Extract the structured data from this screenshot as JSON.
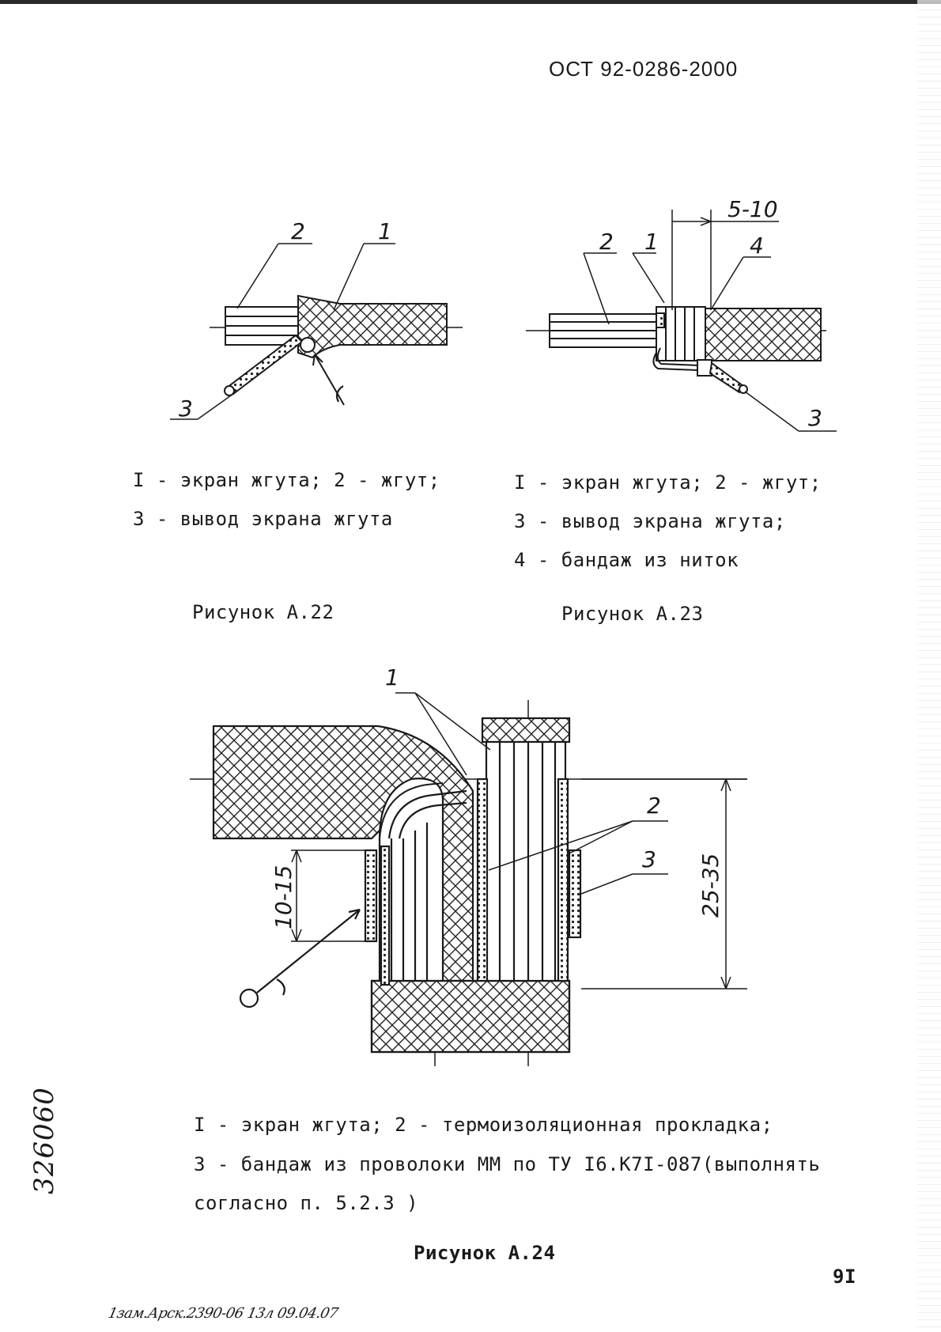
{
  "header": {
    "doc_code": "ОСТ 92-0286-2000"
  },
  "figure_a22": {
    "callouts": {
      "c1": "1",
      "c2": "2",
      "c3": "3",
      "mark": "("
    },
    "legend_line1": "I - экран жгута; 2 - жгут;",
    "legend_line2": "3 - вывод экрана жгута",
    "caption": "Рисунок А.22"
  },
  "figure_a23": {
    "callouts": {
      "c1": "1",
      "c2": "2",
      "c3": "3",
      "c4": "4",
      "dim": "5-10"
    },
    "legend_line1": "I - экран жгута; 2 - жгут;",
    "legend_line2": "3 - вывод экрана жгута;",
    "legend_line3": "4 - бандаж из ниток",
    "caption": "Рисунок А.23"
  },
  "figure_a24": {
    "callouts": {
      "c1": "1",
      "c2": "2",
      "c3": "3",
      "dim_left": "10-15",
      "dim_right": "25-35"
    },
    "legend_line1": "I - экран жгута; 2 - термоизоляционная прокладка;",
    "legend_line2": "3 - бандаж из проволоки ММ по ТУ I6.К7I-087(выполнять",
    "legend_line3": "согласно п. 5.2.3 )",
    "caption": "Рисунок А.24"
  },
  "page_number": "9I",
  "margin_inventory_no": "326060",
  "handwritten_note": "1зам.Арск.2390-06 13л 09.04.07"
}
